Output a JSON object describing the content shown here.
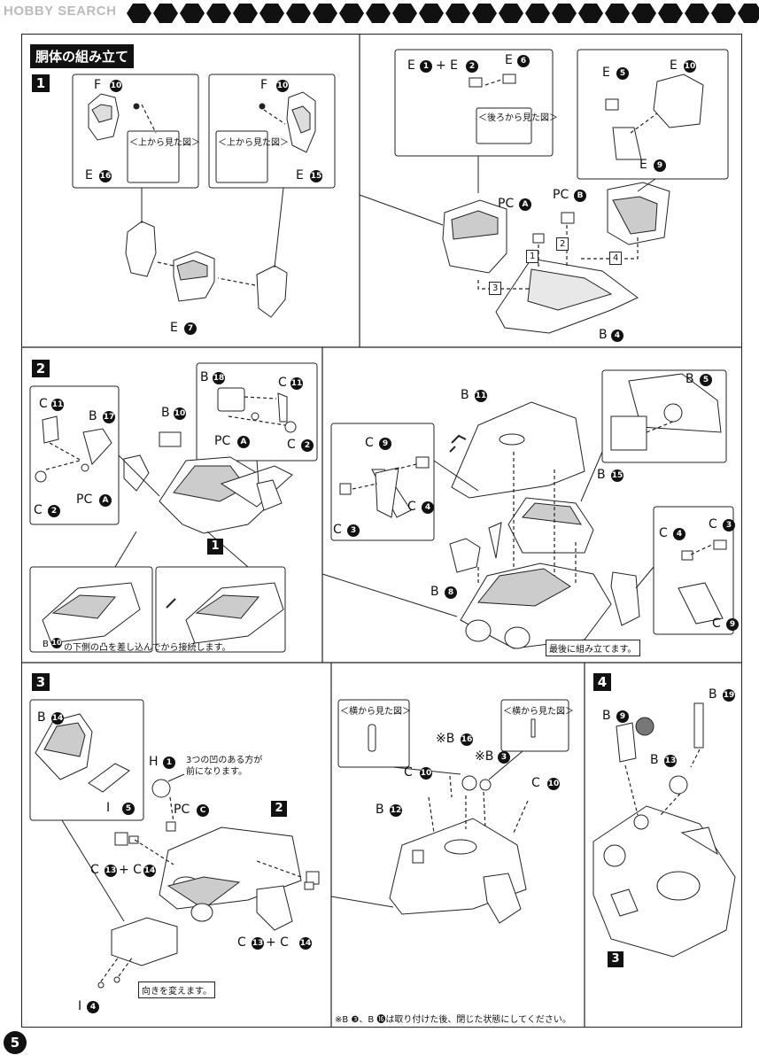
{
  "watermark": "HOBBY SEARCH",
  "title": "胴体の組み立て",
  "page_number": "5",
  "steps": [
    "1",
    "2",
    "3",
    "4"
  ],
  "step1": {
    "left": {
      "f10": "F",
      "e16": "E",
      "f10b": "F",
      "e15": "E",
      "e7": "E",
      "view_top": "＜上から見た図＞",
      "view_top2": "＜上から見た図＞",
      "n10": "10",
      "n16": "16",
      "n10b": "10",
      "n15": "15",
      "n7": "7"
    },
    "right": {
      "e1e2": "E",
      "plus": "+ E",
      "e6": "E",
      "n1": "1",
      "n2": "2",
      "n6": "6",
      "view_back": "＜後ろから見た図＞",
      "e5": "E",
      "e10": "E",
      "e9": "E",
      "n5": "5",
      "n10": "10",
      "n9": "9",
      "pca": "PC",
      "pcb": "PC",
      "a": "A",
      "b": "B",
      "b4": "B",
      "n4": "4",
      "seq": [
        "1",
        "2",
        "3",
        "4"
      ]
    }
  },
  "step2": {
    "left": {
      "c11": "C",
      "b17": "B",
      "c2": "C",
      "pca": "PC",
      "b10": "B",
      "b18": "B",
      "c11b": "C",
      "pca2": "PC",
      "c2b": "C",
      "n11": "11",
      "n17": "17",
      "n2": "2",
      "a": "A",
      "n10": "10",
      "n18": "18",
      "n11b": "11",
      "a2": "A",
      "n2b": "2",
      "sub": "1",
      "note_pre": "B",
      "note_num": "10",
      "note": "の下側の凸を差し込んでから接続します。"
    },
    "right": {
      "b11": "B",
      "n11": "11",
      "b5": "B",
      "n5": "5",
      "b15": "B",
      "n15": "15",
      "c9": "C",
      "n9": "9",
      "c4": "C",
      "n4": "4",
      "c3": "C",
      "n3": "3",
      "b8": "B",
      "n8": "8",
      "c4b": "C",
      "n4b": "4",
      "c3b": "C",
      "n3b": "3",
      "c9b": "C",
      "n9b": "9",
      "last": "最後に組み立てます。"
    }
  },
  "step3": {
    "left": {
      "b14": "B",
      "n14": "14",
      "i5": "I",
      "n5": "5",
      "h1": "H",
      "n1": "1",
      "hnote": "3つの凹のある方が\n前になります。",
      "pcc": "PC",
      "c": "C",
      "sub": "2",
      "c13c14": "C",
      "n13": "13",
      "plus": "+ C",
      "n14b": "14",
      "c13c14b": "C",
      "n13b": "13",
      "plusb": "+ C",
      "n14c": "14",
      "i4": "I",
      "n4": "4",
      "turn": "向きを変えます。"
    },
    "right": {
      "view_side": "＜横から見た図＞",
      "view_side2": "＜横から見た図＞",
      "b16": "※B",
      "n16": "16",
      "b3": "※B",
      "n3": "3",
      "c10": "C",
      "n10": "10",
      "c10b": "C",
      "n10b": "10",
      "b12": "B",
      "n12": "12",
      "footnote": "※B ❸、B ⓰は取り付けた後、閉じた状態にしてください。"
    }
  },
  "step4": {
    "b9": "B",
    "n9": "9",
    "b19": "B",
    "n19": "19",
    "b13": "B",
    "n13": "13",
    "sub": "3"
  }
}
